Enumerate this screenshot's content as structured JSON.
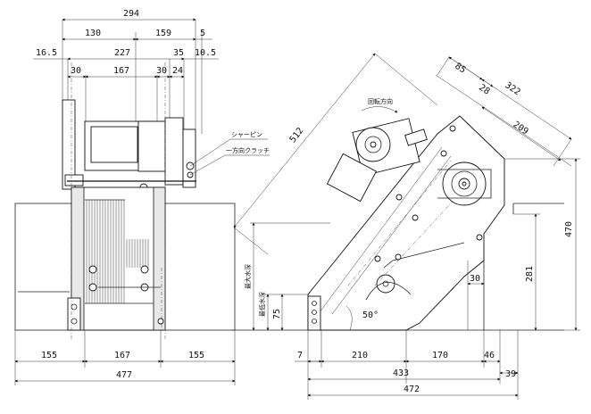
{
  "front_view": {
    "dims_top": {
      "d294": "294",
      "d130": "130",
      "d159": "159",
      "d5": "5",
      "d16_5": "16.5",
      "d227": "227",
      "d35": "35",
      "d10_5": "10.5",
      "d30a": "30",
      "d167": "167",
      "d30b": "30",
      "d24": "24"
    },
    "dims_bottom": {
      "d155a": "155",
      "d167": "167",
      "d155b": "155",
      "d477": "477"
    },
    "labels": {
      "shear_pin": "シャーピン",
      "clutch": "一方向クラッチ"
    }
  },
  "side_view": {
    "dims": {
      "d512": "512",
      "d85": "85",
      "d28": "28",
      "d322": "322",
      "d209": "209",
      "d470": "470",
      "d281": "281",
      "d75": "75",
      "d30": "30",
      "angle": "50°",
      "d7": "7",
      "d210": "210",
      "d170": "170",
      "d46": "46",
      "d39": "39",
      "d433": "433",
      "d472": "472"
    },
    "labels": {
      "rotation": "回転方向",
      "max_water": "最大水深",
      "min_water": "最低水深"
    }
  }
}
